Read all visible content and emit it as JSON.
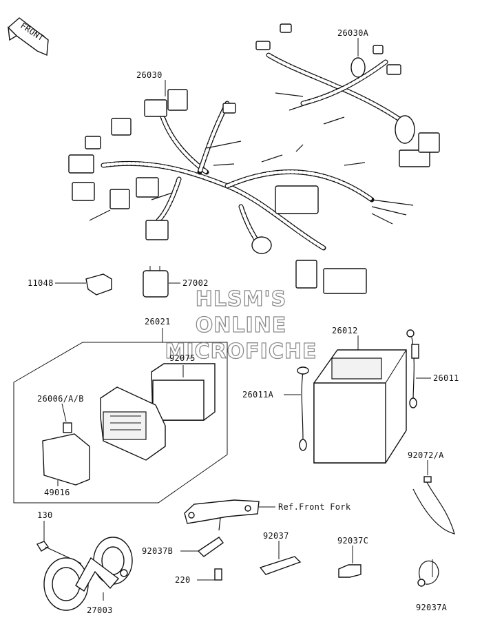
{
  "orientation": {
    "front_label": "FRONT",
    "icon": "front-arrow-icon"
  },
  "watermark": {
    "line1": "HLSM'S",
    "line2": "ONLINE",
    "line3": "MICROFICHE"
  },
  "parts": {
    "harness_main": "26030",
    "harness_sub": "26030A",
    "clip": "11048",
    "relay": "27002",
    "ecu_assembly": "26021",
    "cushion": "92075",
    "fuse": "26006/A/B",
    "cover": "49016",
    "battery": "26012",
    "battery_cable_neg": "26011A",
    "battery_cable_pos": "26011",
    "band": "92072/A",
    "bracket_ref": "Ref.Front Fork",
    "bolt": "130",
    "bracket_b": "92037B",
    "clamp": "92037",
    "clamp_c": "92037C",
    "screw": "220",
    "horn": "27003",
    "clamp_a": "92037A"
  }
}
